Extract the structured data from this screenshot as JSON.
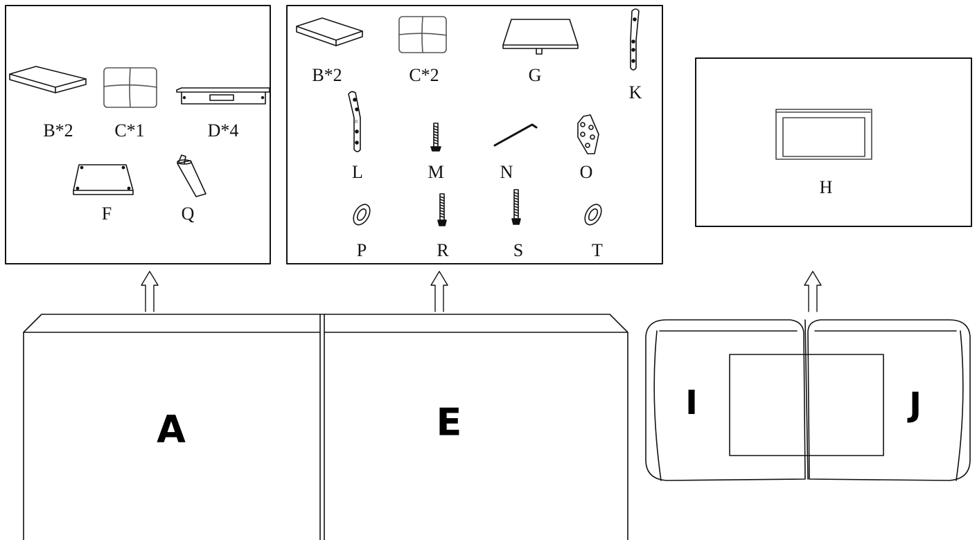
{
  "panel_1": {
    "items": [
      {
        "label": "B*2"
      },
      {
        "label": "C*1"
      },
      {
        "label": "D*4"
      },
      {
        "label": "F"
      },
      {
        "label": "Q"
      }
    ]
  },
  "panel_2": {
    "items": [
      {
        "label": "B*2"
      },
      {
        "label": "C*2"
      },
      {
        "label": "G"
      },
      {
        "label": "K"
      },
      {
        "label": "L"
      },
      {
        "label": "M"
      },
      {
        "label": "N"
      },
      {
        "label": "O"
      },
      {
        "label": "P"
      },
      {
        "label": "R"
      },
      {
        "label": "S"
      },
      {
        "label": "T"
      }
    ],
    "bracket_mark": "R"
  },
  "panel_3": {
    "items": [
      {
        "label": "H"
      }
    ]
  },
  "boxes": {
    "left": {
      "label": "A"
    },
    "right": {
      "label": "E"
    }
  },
  "ottoman": {
    "left_label": "I",
    "right_label": "J"
  },
  "colors": {
    "line": "#111111",
    "background": "#ffffff"
  }
}
